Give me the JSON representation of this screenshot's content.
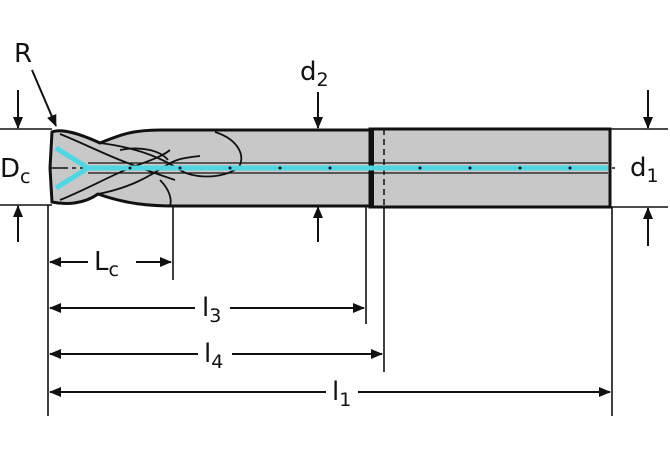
{
  "labels": {
    "R": "R",
    "Dc": {
      "main": "D",
      "sub": "c"
    },
    "d2": {
      "main": "d",
      "sub": "2"
    },
    "d1": {
      "main": "d",
      "sub": "1"
    },
    "Lc": {
      "main": "L",
      "sub": "c"
    },
    "l3": {
      "main": "l",
      "sub": "3"
    },
    "l4": {
      "main": "l",
      "sub": "4"
    },
    "l1": {
      "main": "l",
      "sub": "1"
    }
  },
  "colors": {
    "body": "#c8c8c8",
    "outline": "#111111",
    "coolant": "#4fd6e3",
    "background": "#ffffff"
  },
  "icons": {
    "arrow": "arrowhead",
    "tool": "end-mill"
  }
}
